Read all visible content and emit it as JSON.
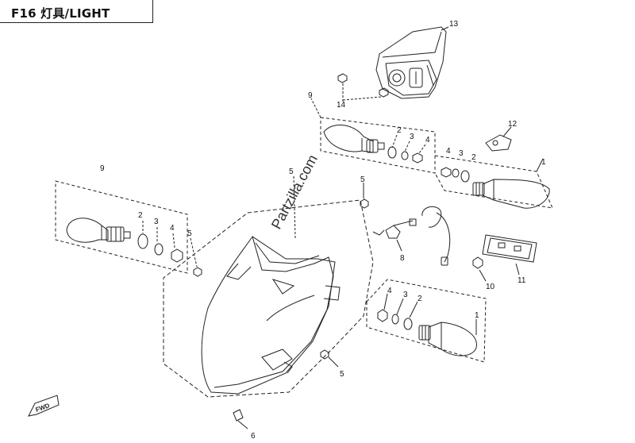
{
  "header": {
    "title": "F16 灯具/LIGHT"
  },
  "watermark": "Partzilla.com",
  "fwd_badge": "FWD",
  "callouts": {
    "c13": "13",
    "c14": "14",
    "c9_top": "9",
    "c2_top": "2",
    "c3_top": "3",
    "c4_top": "4",
    "c12": "12",
    "c4_tr": "4",
    "c3_tr": "3",
    "c2_tr": "2",
    "c1_tr": "1",
    "c9_left": "9",
    "c2_left": "2",
    "c3_left": "3",
    "c4_left": "4",
    "c5_left": "5",
    "c5_mid": "5",
    "c5_center": "5",
    "c8": "8",
    "c10": "10",
    "c11": "11",
    "c4_br": "4",
    "c3_br": "3",
    "c2_br": "2",
    "c1_br": "1",
    "c5_bottom": "5",
    "c6": "6"
  }
}
